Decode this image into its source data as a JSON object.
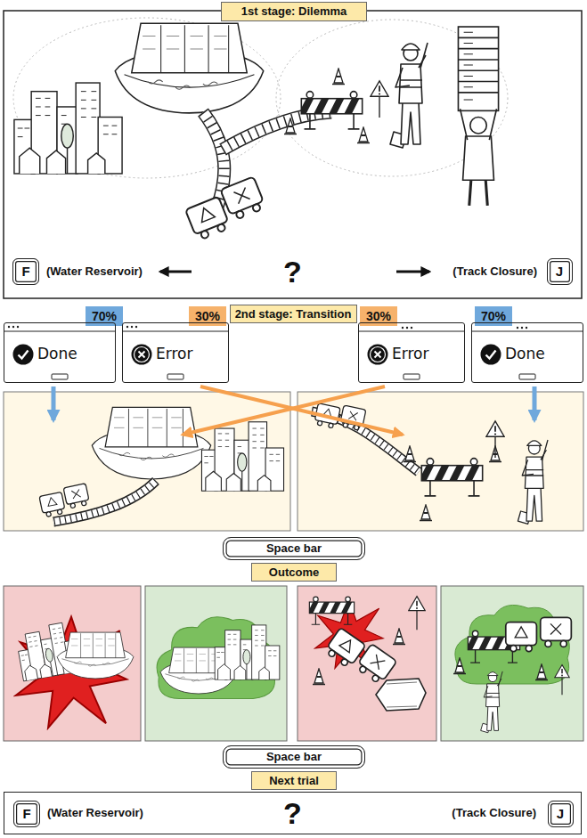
{
  "diagram": {
    "nodes": [
      {
        "text": [
          "1st stage: Dilemma"
        ]
      },
      {
        "text": [
          "(Water Reservoir)",
          "?",
          "(Track Closure)"
        ]
      },
      {
        "text": [
          "F"
        ],
        "in": 1
      },
      {
        "text": [
          "J"
        ],
        "in": 1
      },
      {
        "text": [
          "70%"
        ]
      },
      {
        "text": [
          "30%"
        ]
      },
      {
        "text": [
          "2nd stage: Transition"
        ]
      },
      {
        "text": [
          "30%"
        ]
      },
      {
        "text": [
          "70%"
        ]
      },
      {
        "text": [
          "Done"
        ]
      },
      {
        "text": [
          "Error"
        ]
      },
      {
        "text": [
          "Error"
        ]
      },
      {
        "text": [
          "Done"
        ]
      },
      {
        "text": [
          "Space bar"
        ]
      },
      {
        "text": [
          "Outcome"
        ]
      },
      {
        "text": [
          "Space bar"
        ]
      },
      {
        "text": [
          "Next trial"
        ]
      },
      {
        "text": [
          "(Water Reservoir)",
          "?",
          "(Track Closure)"
        ]
      },
      {
        "text": [
          "F"
        ],
        "in": 17
      },
      {
        "text": [
          "J"
        ],
        "in": 17
      }
    ]
  }
}
